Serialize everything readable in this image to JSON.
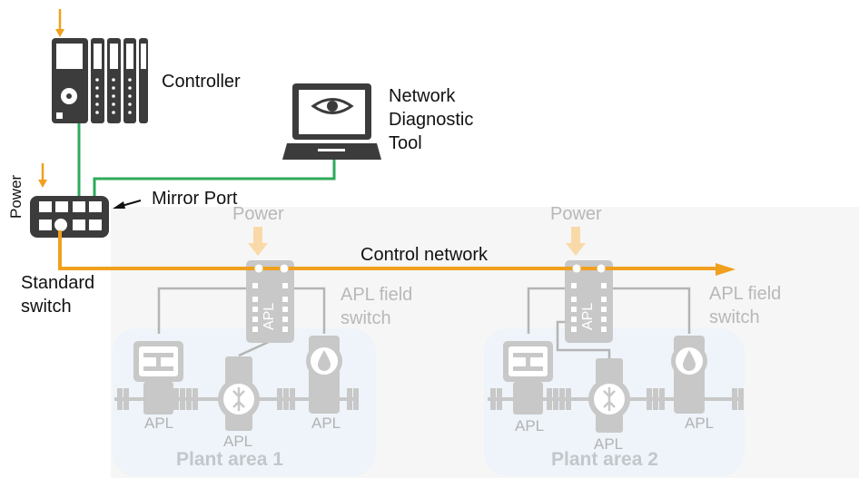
{
  "labels": {
    "controller": "Controller",
    "network_tool": [
      "Network",
      "Diagnostic",
      "Tool"
    ],
    "power_left": "Power",
    "mirror_port": "Mirror Port",
    "standard_switch": [
      "Standard",
      "switch"
    ],
    "power_1": "Power",
    "power_2": "Power",
    "control_network": "Control network",
    "apl_field_switch_1": [
      "APL field",
      "switch"
    ],
    "apl_field_switch_2": [
      "APL field",
      "switch"
    ],
    "apl_switch_text": "APL",
    "apl_device": "APL",
    "plant_area_1": "Plant area 1",
    "plant_area_2": "Plant area 2"
  },
  "colors": {
    "orange": "#f0a01e",
    "green": "#2daa5a",
    "dark": "#3c3c3c",
    "faded_gray": "#c8c8c8",
    "light_gray_line": "#b4b4b4",
    "plant_area_fill": "#eef4f9",
    "background_band": "#f6f6f6"
  },
  "icons": [
    "controller-icon",
    "laptop-eye-icon",
    "standard-switch-icon",
    "apl-switch-icon",
    "valve-icon",
    "flowmeter-icon",
    "drop-sensor-icon",
    "arrow-down-icon",
    "arrow-right-icon"
  ]
}
